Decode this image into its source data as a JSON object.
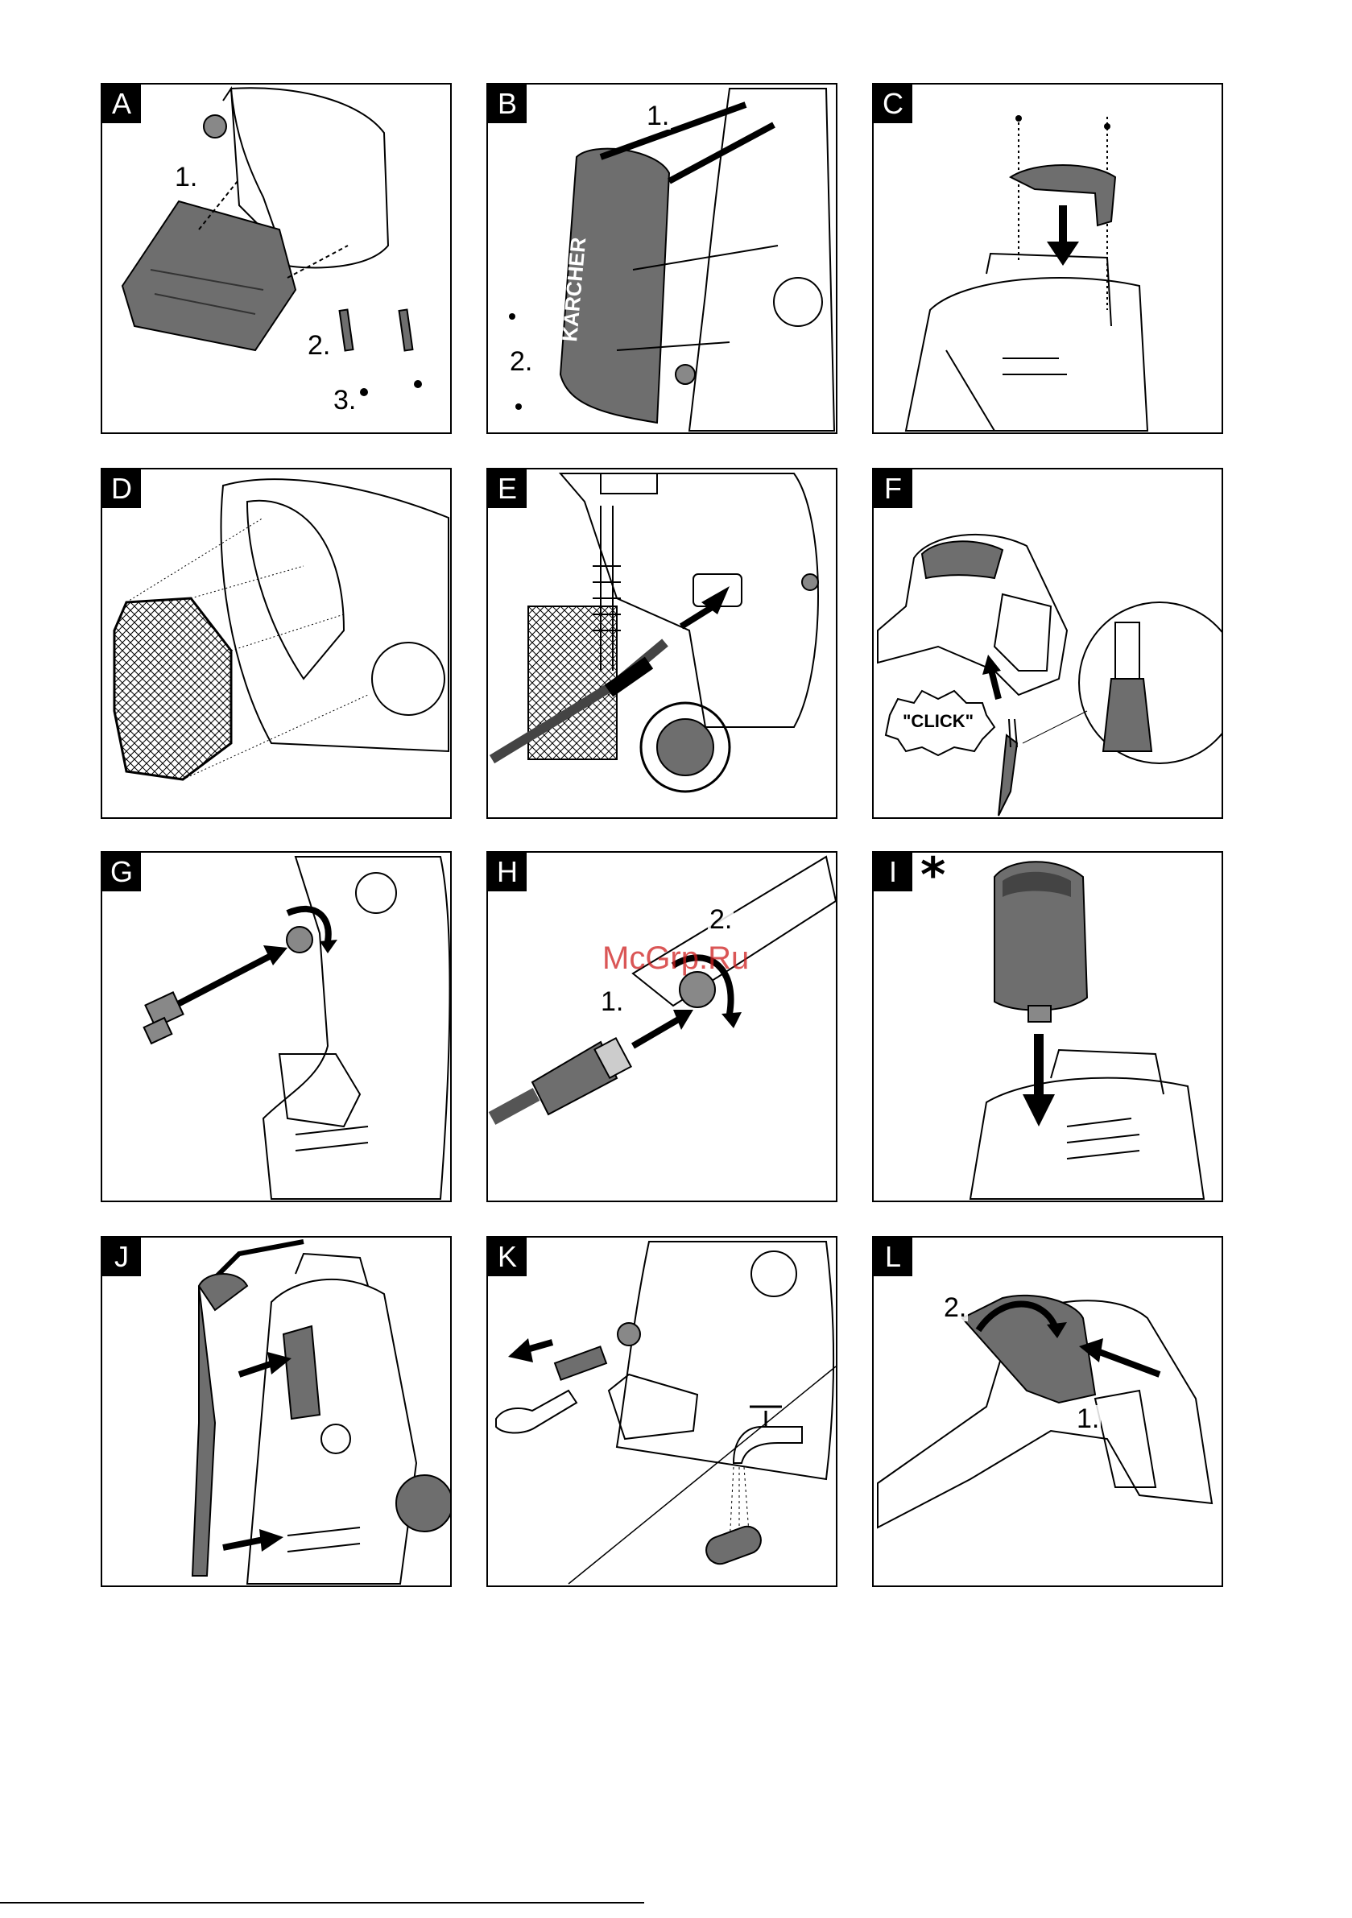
{
  "watermark": "McGrp.Ru",
  "panels": {
    "A": {
      "letter": "A",
      "steps": [
        "1.",
        "2.",
        "3."
      ]
    },
    "B": {
      "letter": "B",
      "steps": [
        "1.",
        "2."
      ],
      "brand": "KÄRCHER"
    },
    "C": {
      "letter": "C"
    },
    "D": {
      "letter": "D"
    },
    "E": {
      "letter": "E"
    },
    "F": {
      "letter": "F",
      "click": "\"CLICK\""
    },
    "G": {
      "letter": "G"
    },
    "H": {
      "letter": "H",
      "steps": [
        "1.",
        "2."
      ]
    },
    "I": {
      "letter": "I",
      "asterisk": "*"
    },
    "J": {
      "letter": "J"
    },
    "K": {
      "letter": "K"
    },
    "L": {
      "letter": "L",
      "steps": [
        "1.",
        "2."
      ]
    }
  },
  "colors": {
    "part_fill": "#6e6e6e",
    "line": "#000000",
    "watermark": "#cd1e1e"
  }
}
